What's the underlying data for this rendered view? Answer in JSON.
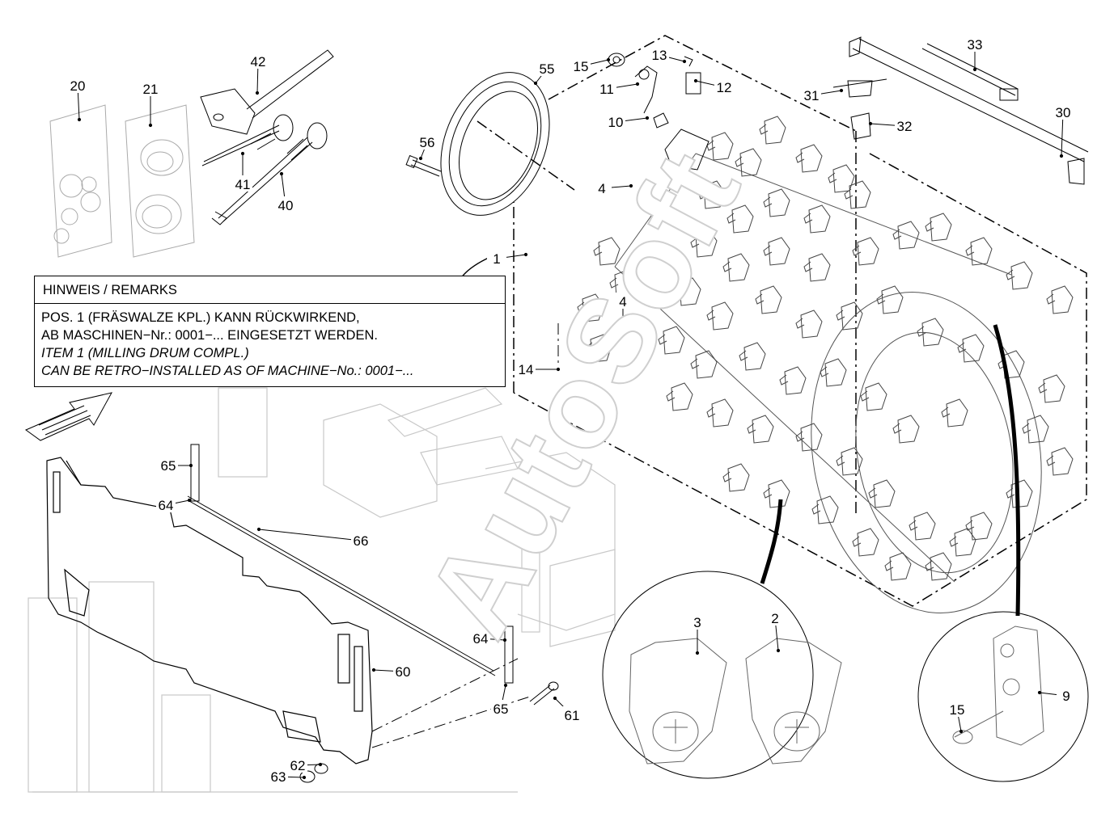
{
  "labels": [
    "20",
    "21",
    "42",
    "41",
    "40",
    "55",
    "15",
    "13",
    "11",
    "12",
    "10",
    "56",
    "4",
    "1",
    "4",
    "14",
    "31",
    "32",
    "33",
    "30",
    "65",
    "64",
    "66",
    "64",
    "60",
    "65",
    "61",
    "62",
    "63",
    "3",
    "2",
    "9",
    "15"
  ],
  "remarks": {
    "title": "HINWEIS / REMARKS",
    "line1": "POS. 1 (FRÄSWALZE  KPL.) KANN RÜCKWIRKEND,",
    "line2": "AB MASCHINEN−Nr.: 0001−... EINGESETZT WERDEN.",
    "line3": "ITEM 1 (MILLING DRUM COMPL.)",
    "line4": "CAN BE RETRO−INSTALLED  AS OF MACHINE−No.: 0001−..."
  },
  "watermark": "AutoSoft"
}
